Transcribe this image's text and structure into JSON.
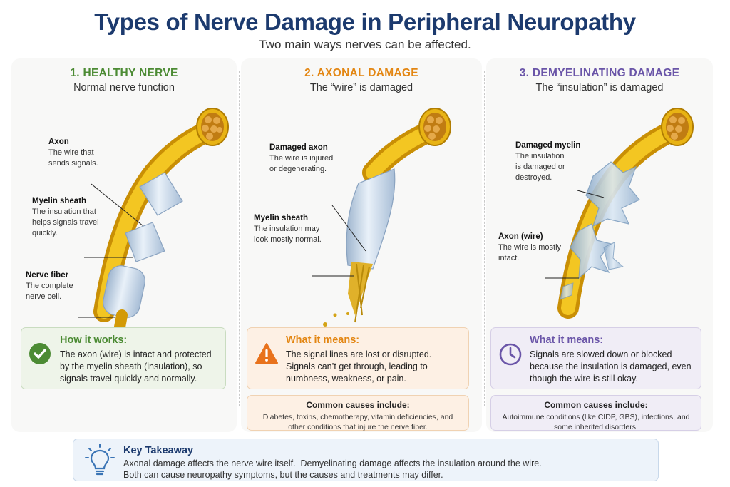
{
  "header": {
    "title": "Types of Nerve Damage in Peripheral Neuropathy",
    "subtitle": "Two main ways nerves can be affected."
  },
  "panels": [
    {
      "heading": "1. HEALTHY NERVE",
      "subheading": "Normal nerve function",
      "color": "#4c8b34",
      "labels": [
        {
          "title": "Axon",
          "text": "The wire that\nsends signals."
        },
        {
          "title": "Myelin sheath",
          "text": "The insulation that\nhelps signals travel\nquickly."
        },
        {
          "title": "Nerve fiber",
          "text": "The complete\nnerve cell."
        }
      ],
      "info_title": "How it works:",
      "info_text": "The axon (wire) is intact and protected by the myelin sheath (insulation), so signals travel quickly and normally.",
      "icon": "check-circle-icon"
    },
    {
      "heading": "2. AXONAL DAMAGE",
      "subheading": "The “wire” is damaged",
      "color": "#e38612",
      "labels": [
        {
          "title": "Damaged axon",
          "text": "The wire is injured\nor degenerating."
        },
        {
          "title": "Myelin sheath",
          "text": "The insulation may\nlook mostly normal."
        }
      ],
      "info_title": "What it means:",
      "info_text": "The signal lines are lost or disrupted. Signals can’t get through, leading to numbness, weakness, or pain.",
      "icon": "warning-icon",
      "causes_title": "Common causes include:",
      "causes_text": "Diabetes, toxins, chemotherapy, vitamin deficiencies, and other conditions that injure the nerve fiber."
    },
    {
      "heading": "3. DEMYELINATING DAMAGE",
      "subheading": "The “insulation” is damaged",
      "color": "#6a55a8",
      "labels": [
        {
          "title": "Damaged myelin",
          "text": "The insulation\nis damaged or\ndestroyed."
        },
        {
          "title": "Axon (wire)",
          "text": "The wire is mostly\nintact."
        }
      ],
      "info_title": "What it means:",
      "info_text": "Signals are slowed down or blocked because the insulation is damaged, even though the wire is still okay.",
      "icon": "clock-icon",
      "causes_title": "Common causes include:",
      "causes_text": "Autoimmune conditions (like CIDP, GBS), infections, and some inherited disorders."
    }
  ],
  "takeaway": {
    "title": "Key Takeaway",
    "line1": "Axonal damage affects the nerve wire itself.  Demyelinating damage affects the insulation around the wire.",
    "line2": "Both can cause neuropathy symptoms, but the causes and treatments may differ.",
    "icon": "lightbulb-icon"
  }
}
